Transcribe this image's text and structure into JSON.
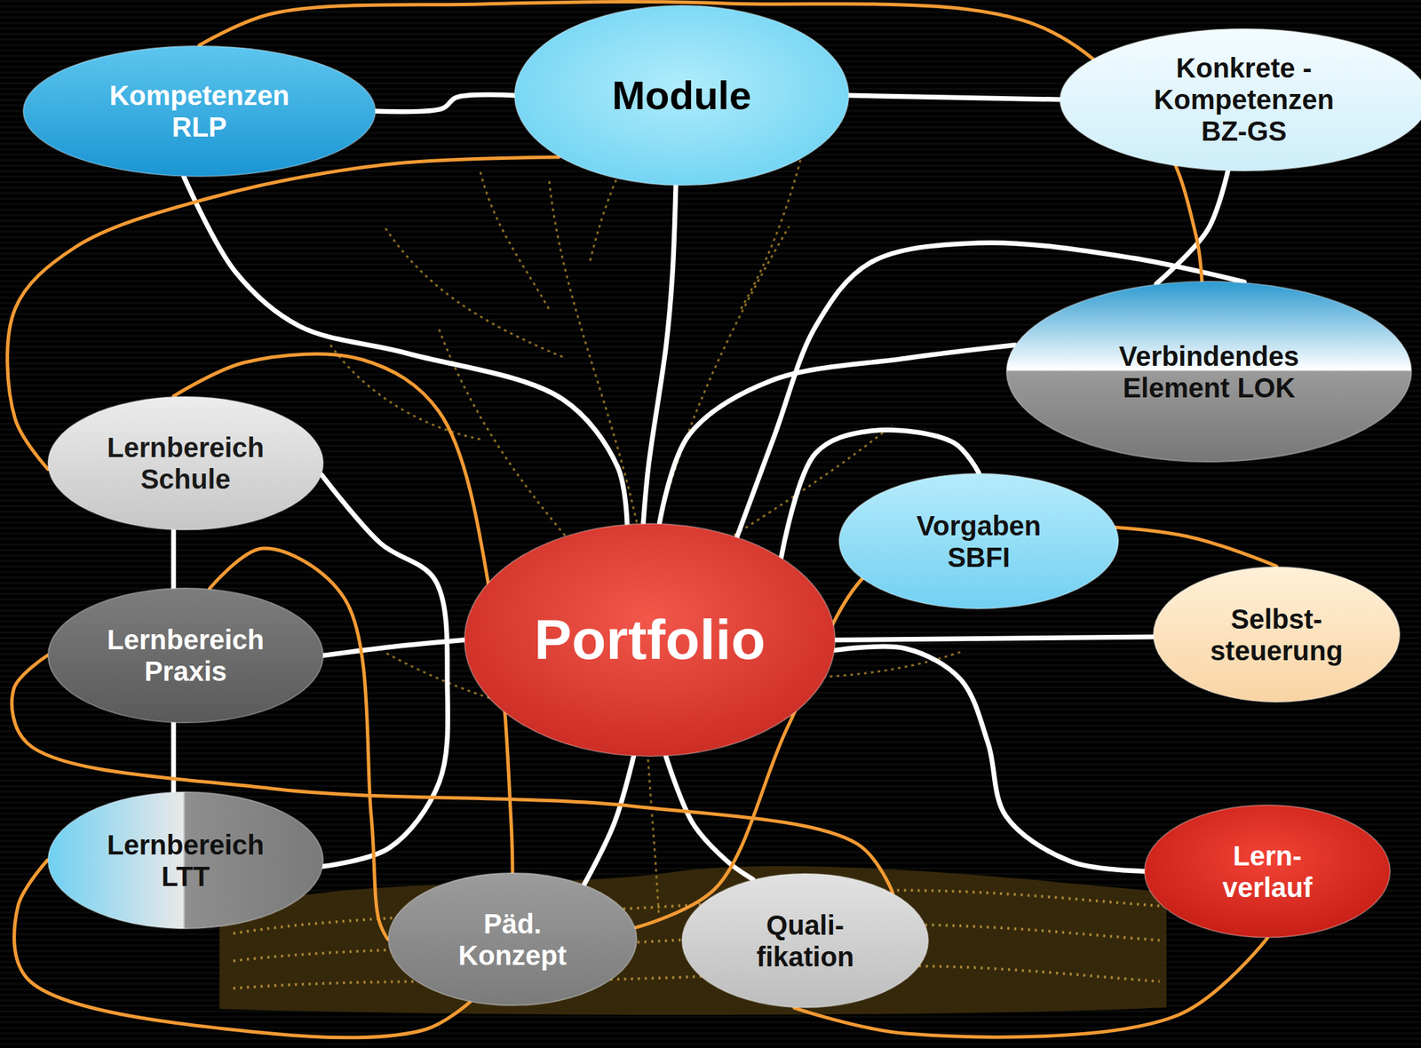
{
  "diagram": {
    "nodes": [
      {
        "text": [
          "Kompetenzen RLP"
        ]
      },
      {
        "text": [
          "Module"
        ]
      },
      {
        "text": [
          "Konkrete - Kompetenzen BZ-GS"
        ]
      },
      {
        "text": [
          "Verbindendes Element LOK"
        ]
      },
      {
        "text": [
          "Lernbereich Schule"
        ]
      },
      {
        "text": [
          "Vorgaben SBFI"
        ]
      },
      {
        "text": [
          "Lernbereich Praxis"
        ]
      },
      {
        "text": [
          "Portfolio"
        ]
      },
      {
        "text": [
          "Selbst- steuerung"
        ]
      },
      {
        "text": [
          "Lernbereich LTT"
        ]
      },
      {
        "text": [
          "Lern- verlauf"
        ]
      },
      {
        "text": [
          "Päd. Konzept"
        ]
      },
      {
        "text": [
          "Quali- fikation"
        ]
      }
    ],
    "edges": [
      {
        "from": 0,
        "to": 1,
        "arrow": "none"
      },
      {
        "from": 1,
        "to": 2,
        "arrow": "none"
      },
      {
        "from": 0,
        "to": 7,
        "arrow": "none"
      },
      {
        "from": 1,
        "to": 7,
        "arrow": "none"
      },
      {
        "from": 2,
        "to": 3,
        "arrow": "none"
      },
      {
        "from": 7,
        "to": 3,
        "arrow": "none"
      },
      {
        "from": 7,
        "to": 3,
        "arrow": "none"
      },
      {
        "from": 7,
        "to": 5,
        "arrow": "none"
      },
      {
        "from": 7,
        "to": 8,
        "arrow": "none"
      },
      {
        "from": 7,
        "to": 10,
        "arrow": "none"
      },
      {
        "from": 7,
        "to": 11,
        "arrow": "none"
      },
      {
        "from": 7,
        "to": 12,
        "arrow": "none"
      },
      {
        "from": 7,
        "to": 6,
        "arrow": "none"
      },
      {
        "from": 4,
        "to": 9,
        "arrow": "none"
      },
      {
        "from": 4,
        "to": 6,
        "arrow": "none"
      },
      {
        "from": 6,
        "to": 9,
        "arrow": "none"
      },
      {
        "from": 0,
        "to": 3,
        "arrow": "none"
      },
      {
        "from": 1,
        "to": 4,
        "arrow": "none"
      },
      {
        "from": 4,
        "to": 11,
        "arrow": "none"
      },
      {
        "from": 6,
        "to": 11,
        "arrow": "none"
      },
      {
        "from": 6,
        "to": 12,
        "arrow": "none"
      },
      {
        "from": 9,
        "to": 11,
        "arrow": "none"
      },
      {
        "from": 11,
        "to": 8,
        "arrow": "none"
      },
      {
        "from": 12,
        "to": 10,
        "arrow": "none"
      }
    ]
  }
}
